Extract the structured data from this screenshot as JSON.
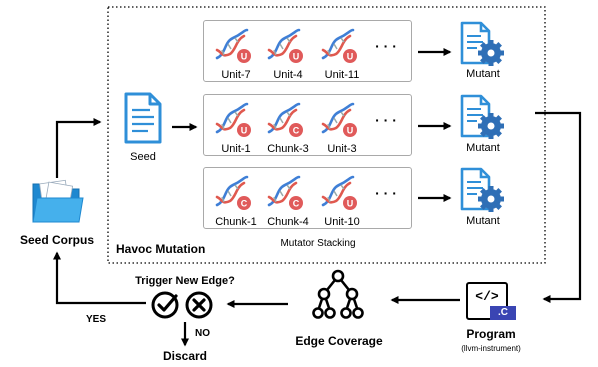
{
  "corpus": {
    "label": "Seed Corpus"
  },
  "seed": {
    "label": "Seed"
  },
  "havoc": {
    "label": "Havoc Mutation",
    "stacking_label": "Mutator Stacking"
  },
  "rows": [
    {
      "units": [
        {
          "label": "Unit-7",
          "badge": "U"
        },
        {
          "label": "Unit-4",
          "badge": "U"
        },
        {
          "label": "Unit-11",
          "badge": "U"
        }
      ],
      "ellipsis": "· · ·",
      "mutant_label": "Mutant"
    },
    {
      "units": [
        {
          "label": "Unit-1",
          "badge": "U"
        },
        {
          "label": "Chunk-3",
          "badge": "C"
        },
        {
          "label": "Unit-3",
          "badge": "U"
        }
      ],
      "ellipsis": "· · ·",
      "mutant_label": "Mutant"
    },
    {
      "units": [
        {
          "label": "Chunk-1",
          "badge": "C"
        },
        {
          "label": "Chunk-4",
          "badge": "C"
        },
        {
          "label": "Unit-10",
          "badge": "U"
        }
      ],
      "ellipsis": "· · ·",
      "mutant_label": "Mutant"
    }
  ],
  "program": {
    "label": "Program",
    "sub_label": "(llvm-instrument)",
    "file_ext": ".C",
    "code_glyph": "</>"
  },
  "edge_coverage": {
    "label": "Edge Coverage"
  },
  "trigger": {
    "question": "Trigger New Edge?",
    "yes_label": "YES",
    "no_label": "NO"
  },
  "discard": {
    "label": "Discard"
  },
  "colors": {
    "badge": "#e05a5a",
    "helix_a": "#3f7fd6",
    "helix_b": "#e0594f",
    "doc_blue": "#2f8fd8",
    "folder": "#2f9ee0",
    "gear": "#2f6fb6",
    "program_tab": "#3a45b3"
  }
}
